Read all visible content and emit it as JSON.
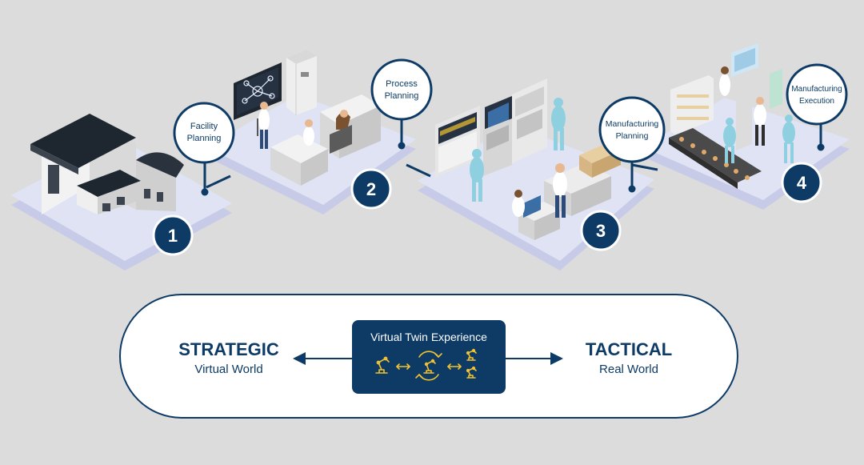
{
  "colors": {
    "background": "#dcdcdc",
    "navy": "#0d3b66",
    "platform_top": "#dfe3f3",
    "platform_side": "#c7cbe8",
    "accent_yellow": "#f2c230",
    "equipment": "#e6e6e6"
  },
  "stages": [
    {
      "number": "1",
      "label_lines": [
        "Facility",
        "Planning"
      ]
    },
    {
      "number": "2",
      "label_lines": [
        "Process",
        "Planning"
      ]
    },
    {
      "number": "3",
      "label_lines": [
        "Manufacturing",
        "Planning"
      ]
    },
    {
      "number": "4",
      "label_lines": [
        "Manufacturing",
        "Execution"
      ]
    }
  ],
  "bottom": {
    "left_title": "STRATEGIC",
    "left_subtitle": "Virtual World",
    "center_title": "Virtual Twin Experience",
    "right_title": "TACTICAL",
    "right_subtitle": "Real World"
  },
  "icons": [
    "robot-arm-icon",
    "bidirectional-arrow-icon",
    "cycle-arrows-icon"
  ]
}
